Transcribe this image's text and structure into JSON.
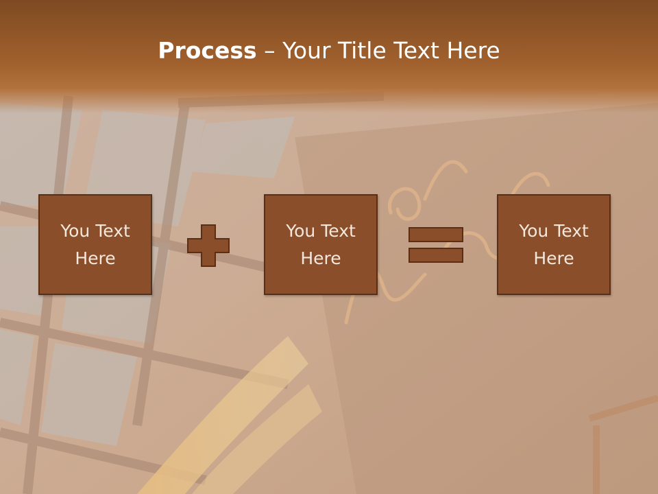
{
  "slide": {
    "title_bold": "Process",
    "title_rest": " – Your Title Text Here",
    "boxes": [
      {
        "line1": "You Text",
        "line2": "Here"
      },
      {
        "line1": "You Text",
        "line2": "Here"
      },
      {
        "line1": "You Text",
        "line2": "Here"
      }
    ],
    "operators": [
      "plus-icon",
      "equals-icon"
    ]
  },
  "colors": {
    "title_band": "#8b5228",
    "box_fill": "#8a4f2a",
    "box_border": "#5a2e14",
    "box_text": "#f4e7dc",
    "title_text": "#ffffff"
  }
}
